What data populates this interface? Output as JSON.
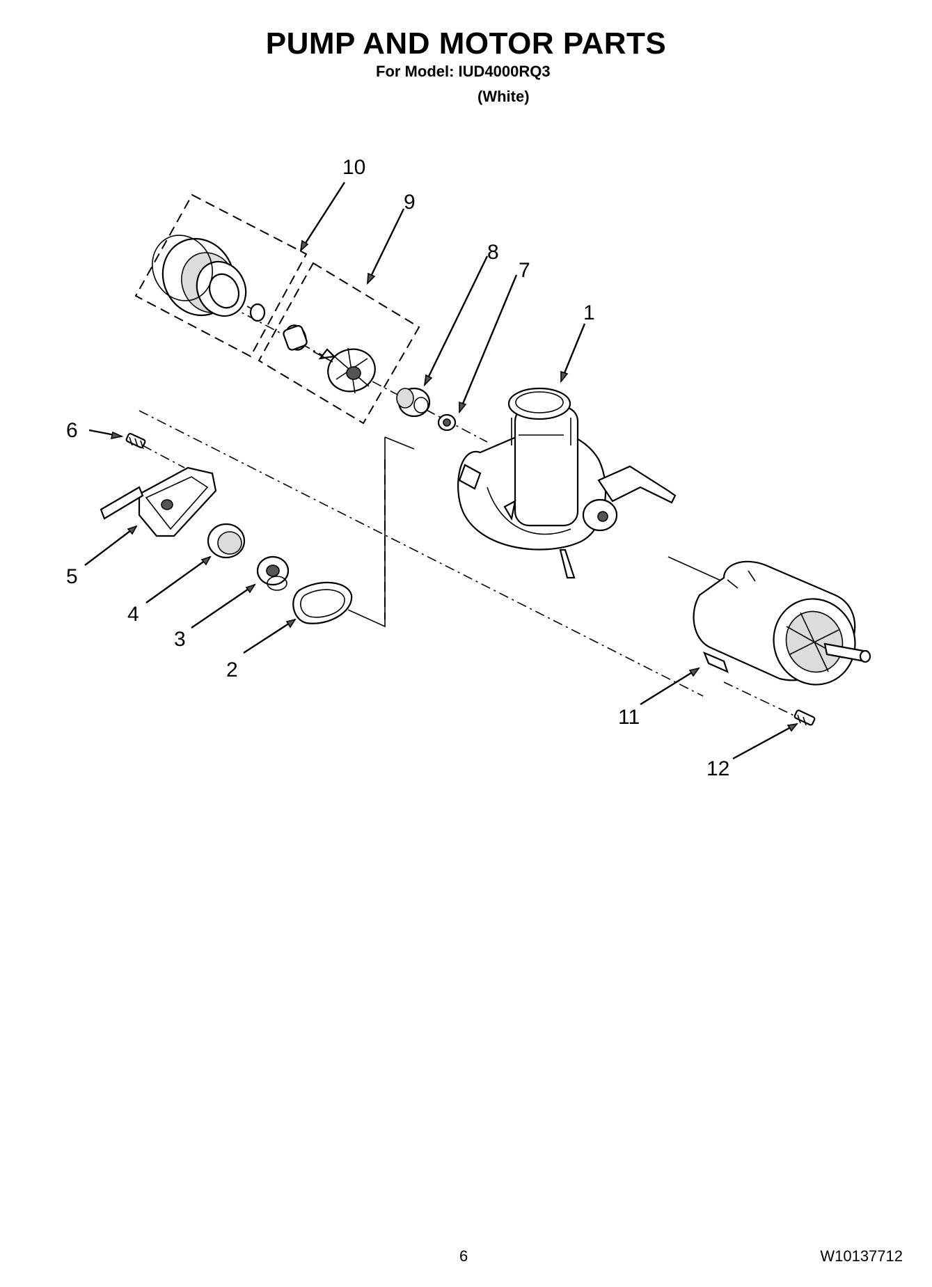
{
  "header": {
    "title": "PUMP AND MOTOR PARTS",
    "model_line": "For Model: IUD4000RQ3",
    "variant": "(White)"
  },
  "callouts": [
    "1",
    "2",
    "3",
    "4",
    "5",
    "6",
    "7",
    "8",
    "9",
    "10",
    "11",
    "12"
  ],
  "footer": {
    "page_number": "6",
    "document_number": "W10137712"
  }
}
